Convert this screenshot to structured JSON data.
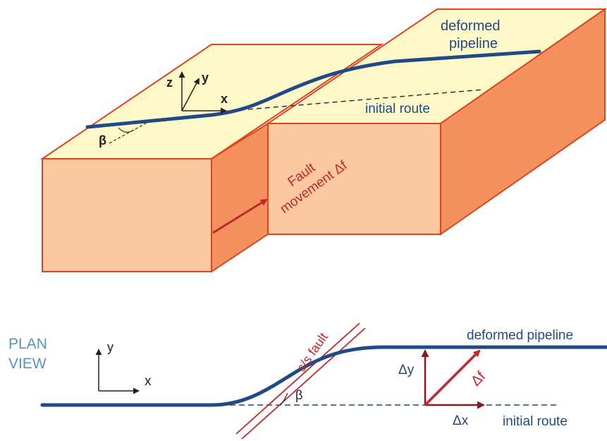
{
  "top_view": {
    "pipeline_label_line1": "deformed",
    "pipeline_label_line2": "pipeline",
    "initial_route": "initial route",
    "fault_line1": "Fault",
    "fault_line2": "movement Δf",
    "axis_x": "x",
    "axis_y": "y",
    "axis_z": "z",
    "angle": "β"
  },
  "plan_view": {
    "title_line1": "PLAN",
    "title_line2": "VIEW",
    "axis_x": "x",
    "axis_y": "y",
    "fault_label": "s/s fault",
    "angle": "β",
    "deformed_pipeline": "deformed pipeline",
    "initial_route": "initial route",
    "delta_x": "Δx",
    "delta_y": "Δy",
    "delta_f": "Δf"
  },
  "colors": {
    "pipeline": "#1f4a86",
    "fault": "#c0282b",
    "block_top": "#fff8c8",
    "block_front": "#fcc8a0",
    "block_side": "#f4915e",
    "block_edge": "#d9461f",
    "plan_label": "#5b8fc9"
  }
}
